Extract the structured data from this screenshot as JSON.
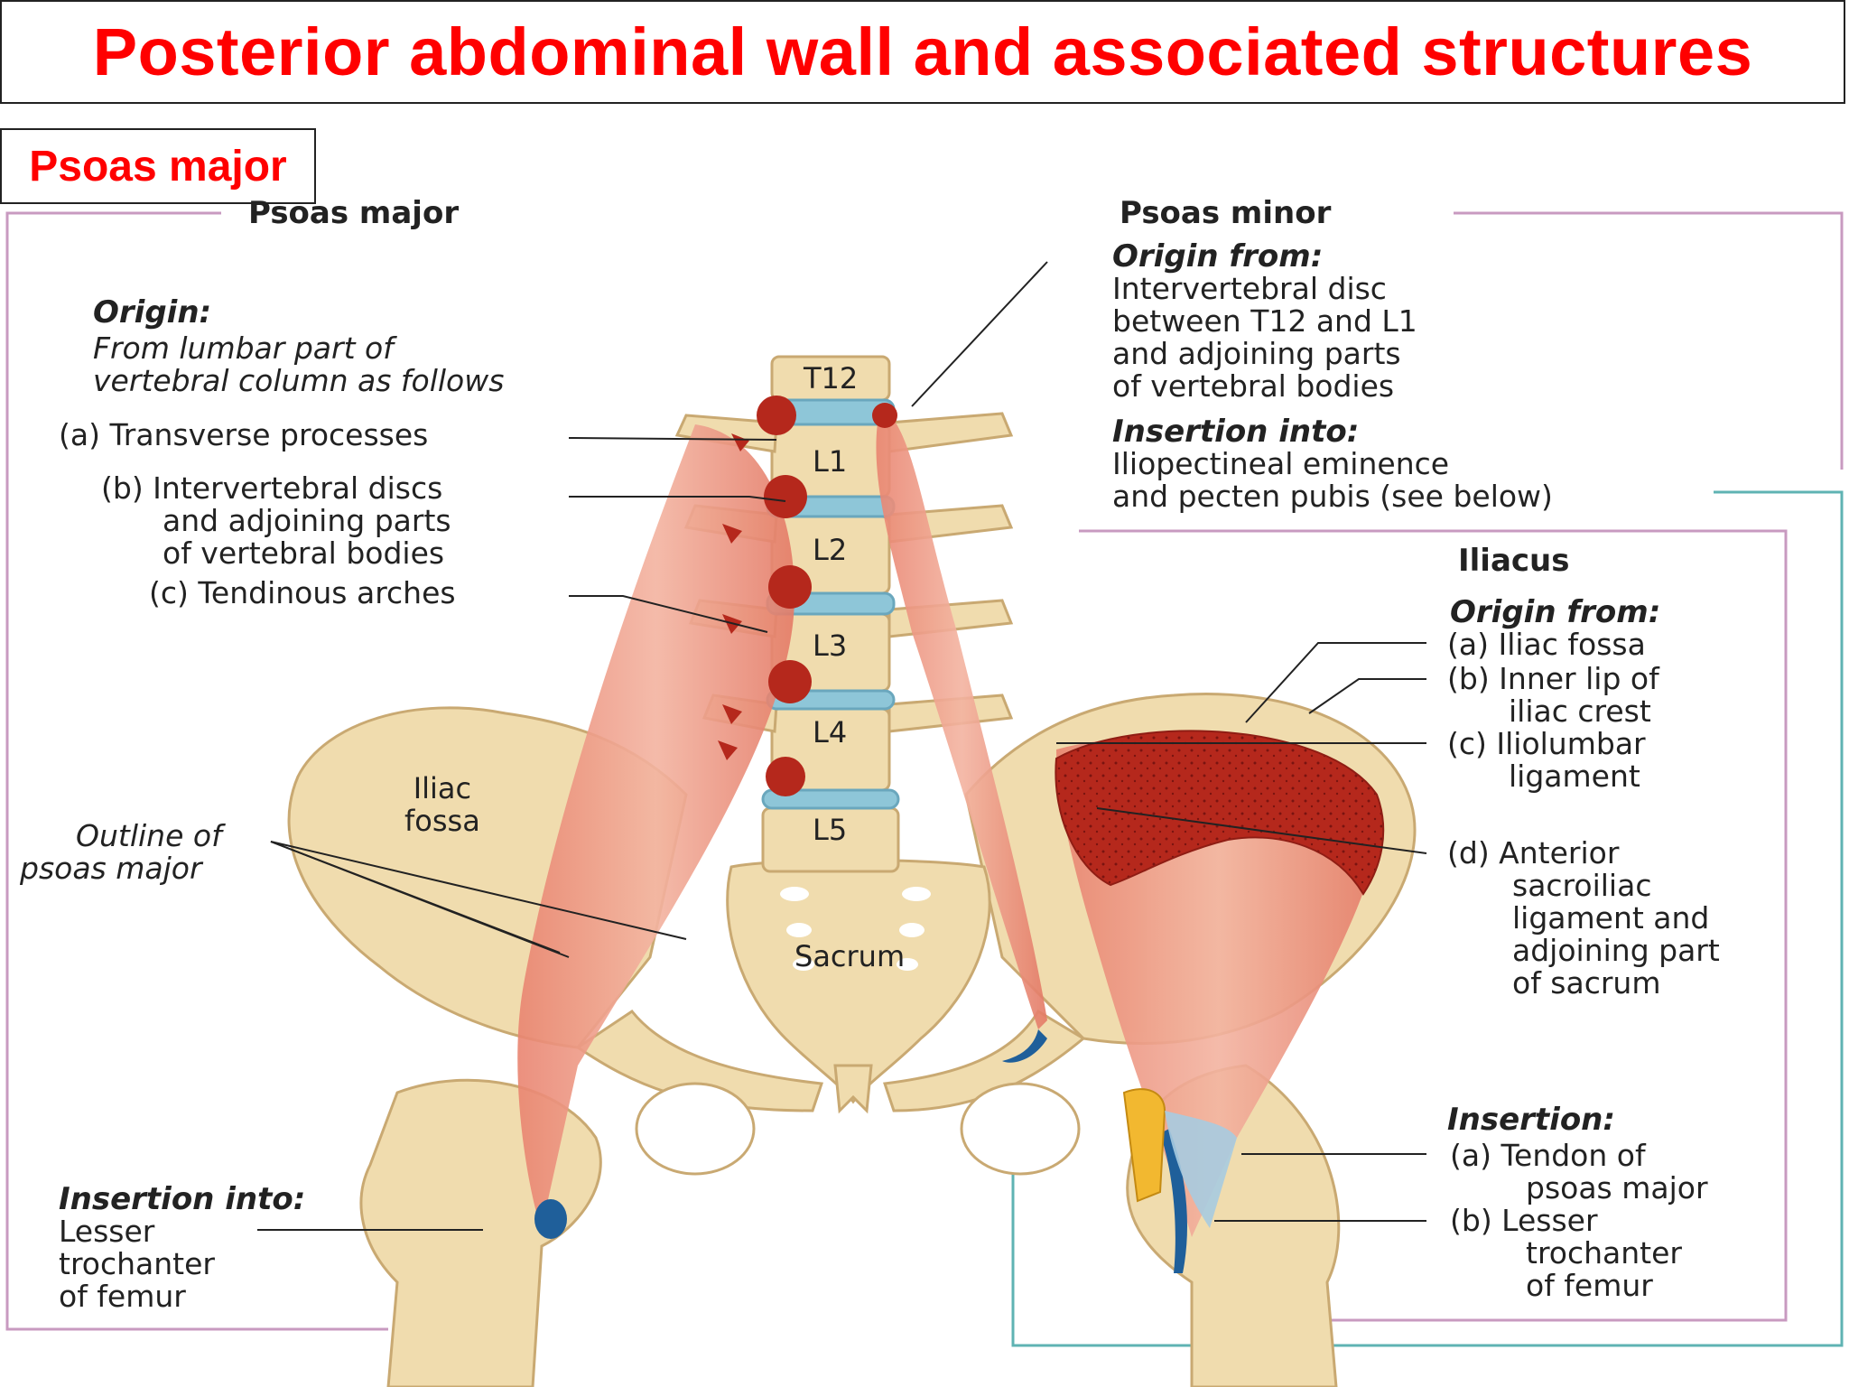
{
  "title": "Posterior abdominal wall and associated structures",
  "subtitle": "Psoas major",
  "psoas_major": {
    "heading": "Psoas major",
    "origin_heading": "Origin:",
    "origin_text": [
      "From lumbar part of",
      "vertebral column as follows"
    ],
    "items": [
      [
        "(a) Transverse processes"
      ],
      [
        "(b) Intervertebral discs",
        "and adjoining parts",
        "of vertebral bodies"
      ],
      [
        "(c) Tendinous arches"
      ]
    ],
    "outline": [
      "Outline of",
      "psoas major"
    ],
    "insertion_heading": "Insertion into:",
    "insertion_text": [
      "Lesser",
      "trochanter",
      "of femur"
    ]
  },
  "psoas_minor": {
    "heading": "Psoas minor",
    "origin_heading": "Origin from:",
    "origin_text": [
      "Intervertebral disc",
      "between T12 and L1",
      "and adjoining parts",
      "of vertebral bodies"
    ],
    "insertion_heading": "Insertion into:",
    "insertion_text": [
      "Iliopectineal eminence",
      "and pecten pubis (see below)"
    ]
  },
  "iliacus": {
    "heading": "Iliacus",
    "origin_heading": "Origin from:",
    "origin_items": [
      [
        "(a) Iliac fossa"
      ],
      [
        "(b) Inner lip of",
        "iliac crest"
      ],
      [
        "(c) Iliolumbar",
        "ligament"
      ],
      [
        "(d) Anterior",
        "sacroiliac",
        "ligament and",
        "adjoining part",
        "of sacrum"
      ]
    ],
    "insertion_heading": "Insertion:",
    "insertion_items": [
      [
        "(a) Tendon of",
        "psoas major"
      ],
      [
        "(b) Lesser",
        "trochanter",
        "of femur"
      ]
    ]
  },
  "anatomy_labels": {
    "vertebrae": [
      "T12",
      "L1",
      "L2",
      "L3",
      "L4",
      "L5"
    ],
    "iliac_fossa": [
      "Iliac",
      "fossa"
    ],
    "sacrum": "Sacrum"
  },
  "colors": {
    "title": "#ff0000",
    "bone": "#f0dcae",
    "muscle": "#e9967a",
    "origin_marks": "#b5281c",
    "disc": "#8ec6d8",
    "insertion": "#1f5f9a",
    "bracket_pink": "#c89ac0",
    "bracket_teal": "#5fb3b3"
  }
}
